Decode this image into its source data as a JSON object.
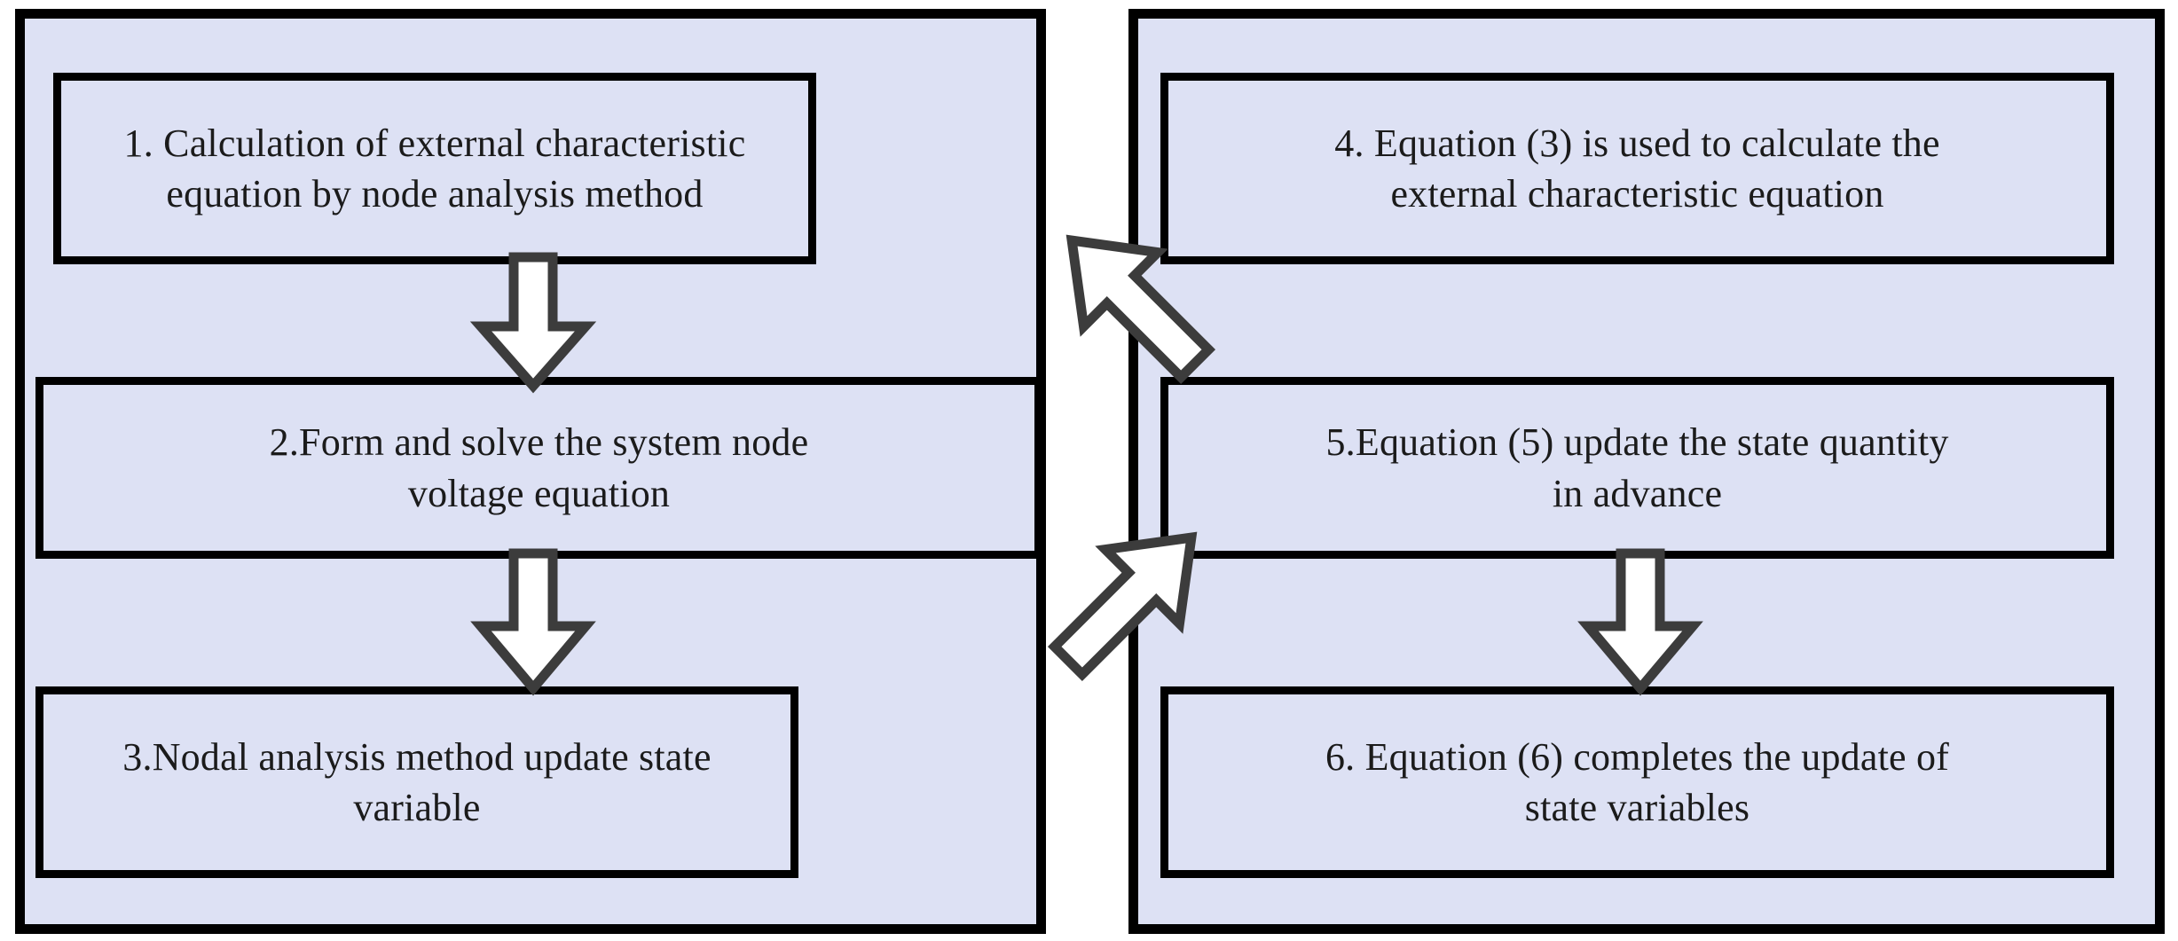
{
  "diagram": {
    "type": "flowchart",
    "title": "",
    "colors": {
      "panel_fill": "#dde1f4",
      "box_fill": "#dde1f4",
      "border": "#000000",
      "arrow_fill": "#ffffff",
      "arrow_outline": "#3c3c3c",
      "text": "#1b1b1b"
    },
    "panels": [
      {
        "name": "left-panel",
        "steps": [
          {
            "id": "box-1",
            "number": "1.",
            "text": "1. Calculation of external characteristic\nequation by node analysis method"
          },
          {
            "id": "box-2",
            "number": "2.",
            "text": "2.Form and solve the system node\nvoltage equation"
          },
          {
            "id": "box-3",
            "number": "3.",
            "text": "3.Nodal analysis method update state\nvariable"
          }
        ]
      },
      {
        "name": "right-panel",
        "steps": [
          {
            "id": "box-4",
            "number": "4.",
            "text": "4.  Equation (3) is used to calculate the\nexternal characteristic equation"
          },
          {
            "id": "box-5",
            "number": "5.",
            "text": "5.Equation (5) update the state quantity\nin advance"
          },
          {
            "id": "box-6",
            "number": "6.",
            "text": "6.  Equation (6) completes the update of\nstate variables"
          }
        ]
      }
    ],
    "connectors": [
      {
        "id": "arrow-1-2",
        "icon": "arrow-down-icon",
        "from": "box-1",
        "to": "box-2",
        "direction": "down"
      },
      {
        "id": "arrow-2-3",
        "icon": "arrow-down-icon",
        "from": "box-2",
        "to": "box-3",
        "direction": "down"
      },
      {
        "id": "arrow-5-6",
        "icon": "arrow-down-icon",
        "from": "box-5",
        "to": "box-6",
        "direction": "down"
      },
      {
        "id": "arrow-4-2",
        "icon": "arrow-diagonal-down-left-icon",
        "from": "box-4",
        "to": "box-2",
        "direction": "down-left"
      },
      {
        "id": "arrow-2-6",
        "icon": "arrow-diagonal-down-right-icon",
        "from": "box-2",
        "to": "box-6",
        "direction": "down-right"
      }
    ]
  }
}
